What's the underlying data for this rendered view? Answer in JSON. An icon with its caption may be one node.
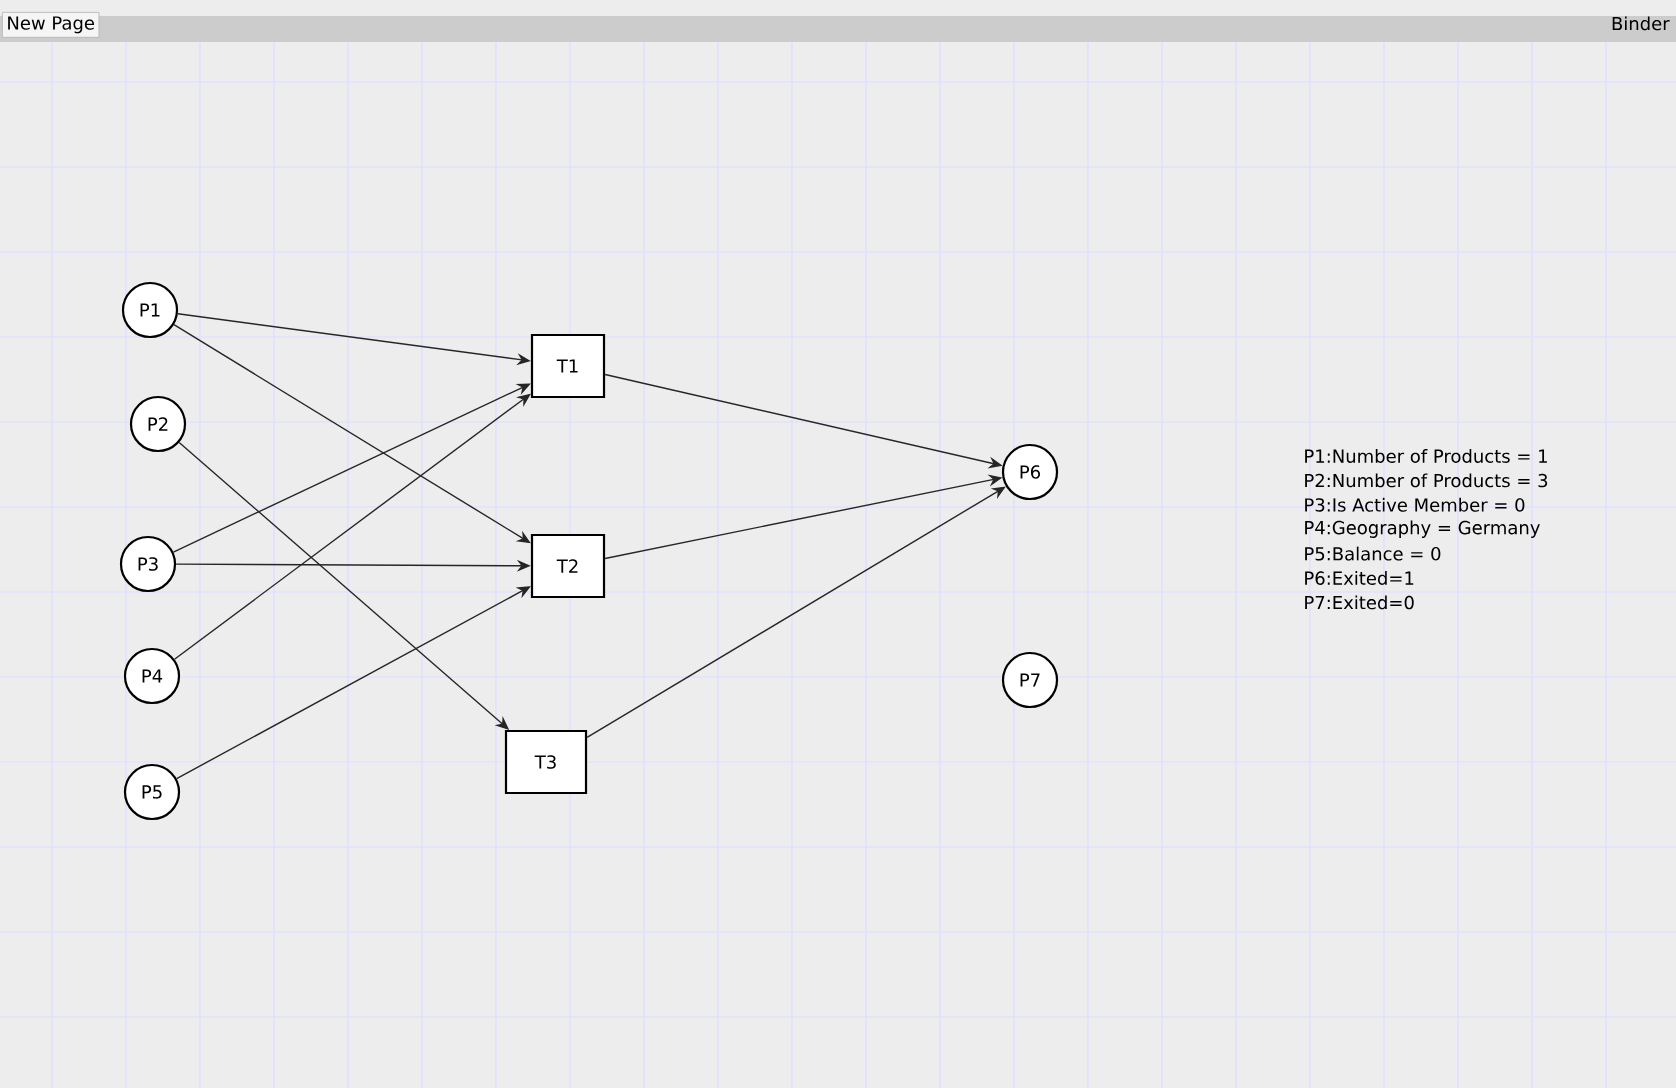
{
  "diagram": {
    "nodes": [
      {
        "text": [
          "P1"
        ]
      },
      {
        "text": [
          "P2"
        ]
      },
      {
        "text": [
          "P3"
        ]
      },
      {
        "text": [
          "P4"
        ]
      },
      {
        "text": [
          "P5"
        ]
      },
      {
        "text": [
          "T1"
        ]
      },
      {
        "text": [
          "T2"
        ]
      },
      {
        "text": [
          "T3"
        ]
      },
      {
        "text": [
          "P6"
        ]
      },
      {
        "text": [
          "P7"
        ]
      }
    ],
    "edges": [
      {
        "from": 0,
        "to": 5,
        "arrow": "to"
      },
      {
        "from": 0,
        "to": 6,
        "arrow": "to"
      },
      {
        "from": 1,
        "to": 7,
        "arrow": "to"
      },
      {
        "from": 2,
        "to": 5,
        "arrow": "to"
      },
      {
        "from": 2,
        "to": 6,
        "arrow": "to"
      },
      {
        "from": 3,
        "to": 5,
        "arrow": "to"
      },
      {
        "from": 4,
        "to": 6,
        "arrow": "to"
      },
      {
        "from": 5,
        "to": 8,
        "arrow": "to"
      },
      {
        "from": 6,
        "to": 8,
        "arrow": "to"
      },
      {
        "from": 7,
        "to": 8,
        "arrow": "to"
      }
    ],
    "labels": [
      "New Page",
      "Binder",
      "P1:Number of Products = 1",
      "P2:Number of Products = 3",
      "P3:Is Active Member = 0",
      "P4:Geography = Germany",
      "P5:Balance = 0",
      "P6:Exited=1",
      "P7:Exited=0"
    ]
  }
}
